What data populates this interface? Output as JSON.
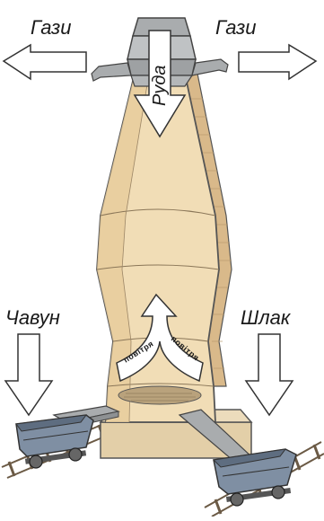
{
  "labels": {
    "gases_left": "Гази",
    "gases_right": "Гази",
    "ore": "Руда",
    "cast_iron": "Чавун",
    "slag": "Шлак",
    "air_left": "повітря",
    "air_right": "повітря"
  },
  "colors": {
    "furnace_fill": "#f1ddb6",
    "furnace_shade": "#e3c694",
    "brick": "#d9b98a",
    "outline": "#555555",
    "steel": "#a9acae",
    "cart": "#7f8fa3",
    "arrow_fill": "#ffffff",
    "base": "#e3cfa8"
  }
}
